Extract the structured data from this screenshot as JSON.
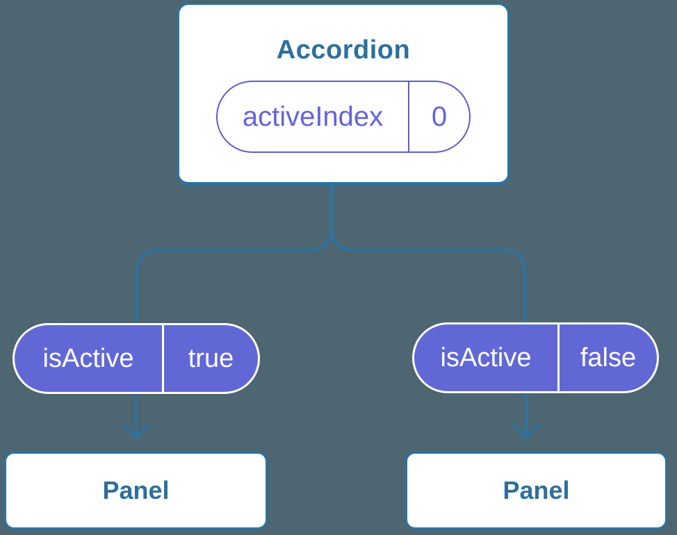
{
  "diagram": {
    "root": {
      "title": "Accordion",
      "state": {
        "name": "activeIndex",
        "value": "0"
      }
    },
    "children": [
      {
        "prop": {
          "name": "isActive",
          "value": "true"
        },
        "label": "Panel"
      },
      {
        "prop": {
          "name": "isActive",
          "value": "false"
        },
        "label": "Panel"
      }
    ]
  },
  "colors": {
    "background": "#4d6671",
    "connector": "#2b73a4",
    "card_border": "#2b73a4",
    "teal_text": "#2e6f9c",
    "purple_fill": "#6168d6",
    "purple_outline": "#5c5cd6",
    "purple_text": "#6363da",
    "white": "#ffffff"
  }
}
